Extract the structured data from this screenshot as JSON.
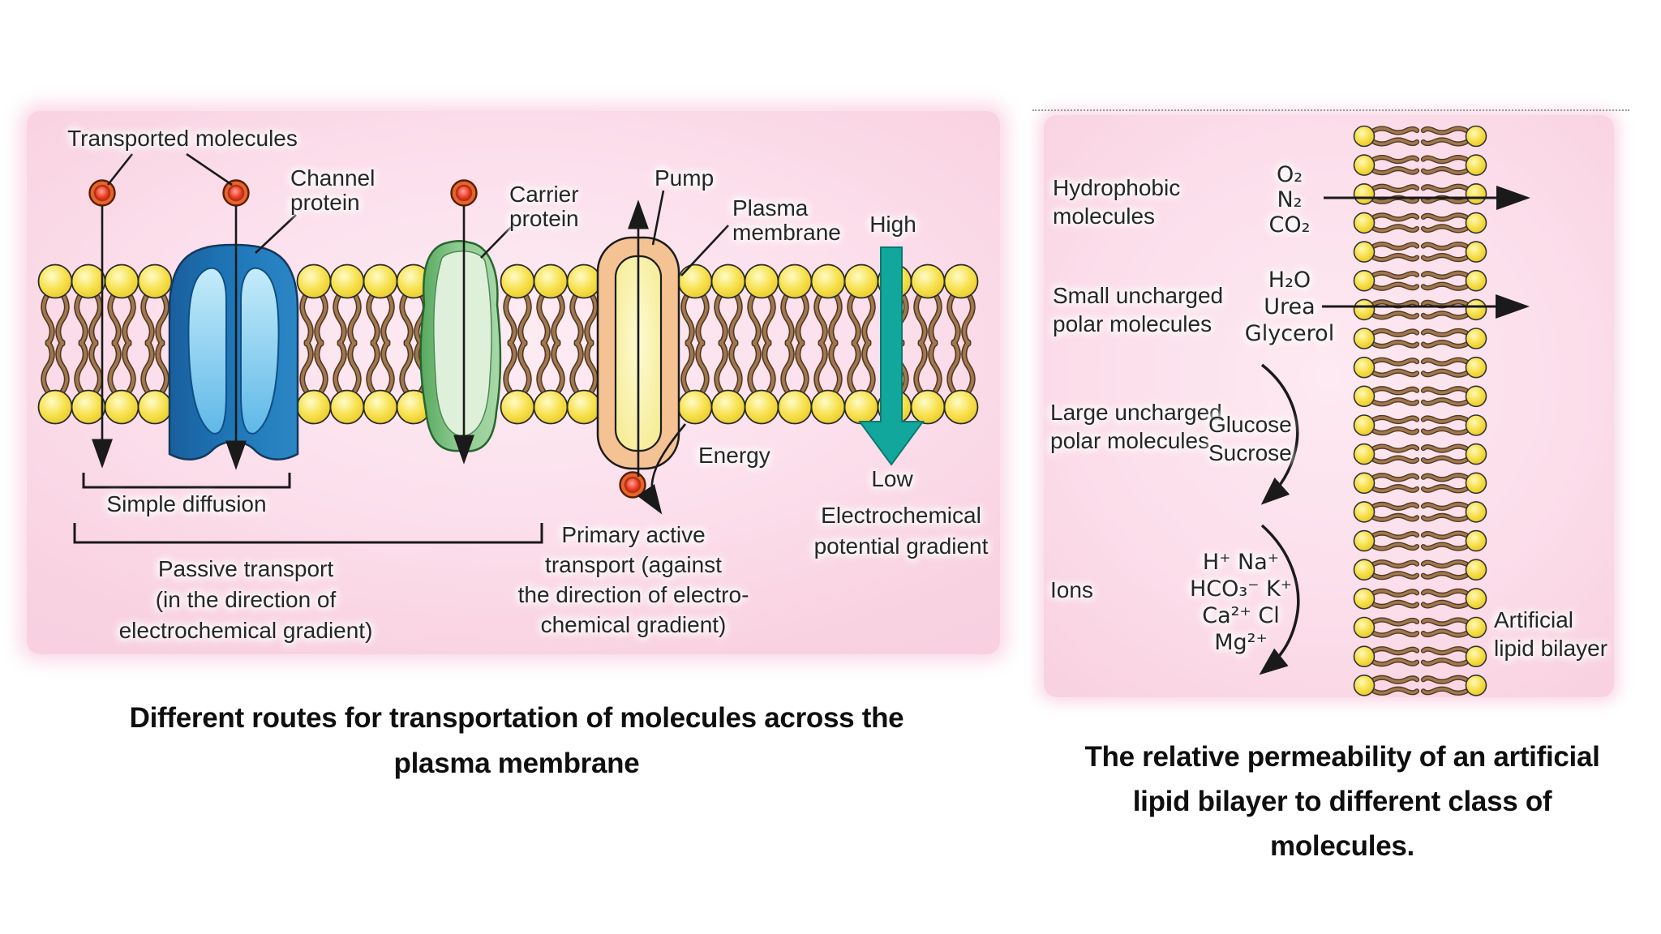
{
  "left": {
    "labels": {
      "transported_molecules": "Transported molecules",
      "channel_protein": [
        "Channel",
        "protein"
      ],
      "carrier_protein": [
        "Carrier",
        "protein"
      ],
      "pump": "Pump",
      "plasma_membrane": [
        "Plasma",
        "membrane"
      ],
      "high": "High",
      "low": "Low",
      "electrochemical_gradient": [
        "Electrochemical",
        "potential gradient"
      ],
      "energy": "Energy",
      "simple_diffusion": "Simple diffusion",
      "passive_transport": [
        "Passive transport",
        "(in the direction of",
        "electrochemical gradient)"
      ],
      "primary_active_transport": [
        "Primary active",
        "transport (against",
        "the direction of electro-",
        "chemical gradient)"
      ]
    },
    "caption": [
      "Different routes for transportation of molecules across the",
      "plasma membrane"
    ]
  },
  "right": {
    "labels": {
      "hydrophobic": [
        "Hydrophobic",
        "molecules"
      ],
      "hydrophobic_examples": [
        "O₂",
        "N₂",
        "CO₂"
      ],
      "small_uncharged": [
        "Small uncharged",
        "polar molecules"
      ],
      "small_uncharged_examples": [
        "H₂O",
        "Urea",
        "Glycerol"
      ],
      "large_uncharged": [
        "Large uncharged",
        "polar molecules"
      ],
      "large_uncharged_examples": [
        "Glucose",
        "Sucrose"
      ],
      "ions": "Ions",
      "ion_examples": [
        "H⁺ Na⁺",
        "HCO₃⁻ K⁺",
        "Ca²⁺ Cl",
        "Mg²⁺"
      ],
      "artificial_bilayer": [
        "Artificial",
        "lipid bilayer"
      ]
    },
    "caption": [
      "The relative permeability of an artificial",
      "lipid bilayer to different class of",
      "molecules."
    ]
  },
  "colors": {
    "panel_pink": "#f9d3e2",
    "lipid_head_yellow": "#f6e04e",
    "lipid_tail_brown": "#9b7148",
    "channel_protein_blue": "#1f6fae",
    "channel_lobe_lightblue": "#8ed4f2",
    "carrier_protein_green": "#7cc57f",
    "pump_orange": "#f5c293",
    "pump_inner_yellow": "#faf5a0",
    "gradient_arrow_teal": "#12a79c",
    "molecule_red": "#e3241a",
    "arrow_black": "#1a1a1a"
  }
}
